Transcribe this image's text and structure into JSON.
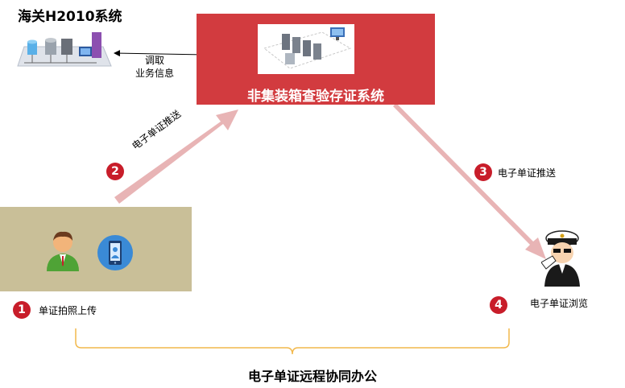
{
  "customs_system": {
    "title": "海关H2010系统"
  },
  "fetch": {
    "line1": "调取",
    "line2": "业务信息"
  },
  "center_system": {
    "title": "非集装箱查验存证系统"
  },
  "steps": [
    {
      "number": "1",
      "label": "单证拍照上传"
    },
    {
      "number": "2",
      "label": "电子单证推送"
    },
    {
      "number": "3",
      "label": "电子单证推送"
    },
    {
      "number": "4",
      "label": "电子单证浏览"
    }
  ],
  "bottom": {
    "title": "电子单证远程协同办公"
  },
  "colors": {
    "accent": "#d23b3f",
    "arrow": "#e8b4b5",
    "panel": "#c9bf98",
    "bracket": "#f2b84b",
    "badge": "#c81d2a"
  },
  "icons": [
    "database-servers-icon",
    "server-cluster-icon",
    "user-avatar-icon",
    "mobile-phone-icon",
    "customs-officer-icon"
  ]
}
